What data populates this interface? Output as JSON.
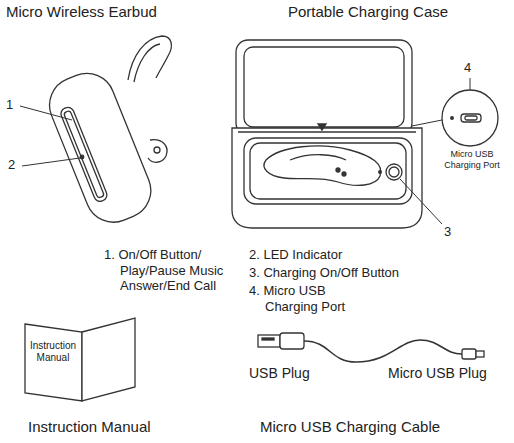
{
  "diagram": {
    "nodes": [
      {
        "text": [
          "Instruction Manual"
        ]
      }
    ],
    "labels": [
      "Micro Wireless Earbud",
      "Portable Charging Case",
      "1",
      "2",
      "4",
      "Micro USB Charging Port",
      "3",
      "1. On/Off Button/ Play/Pause Music Answer/End Call",
      "2. LED Indicator",
      "3. Charging On/Off Button",
      "4. Micro USB Charging Port",
      "USB Plug",
      "Micro USB Plug",
      "Instruction Manual",
      "Micro USB Charging Cable"
    ]
  }
}
